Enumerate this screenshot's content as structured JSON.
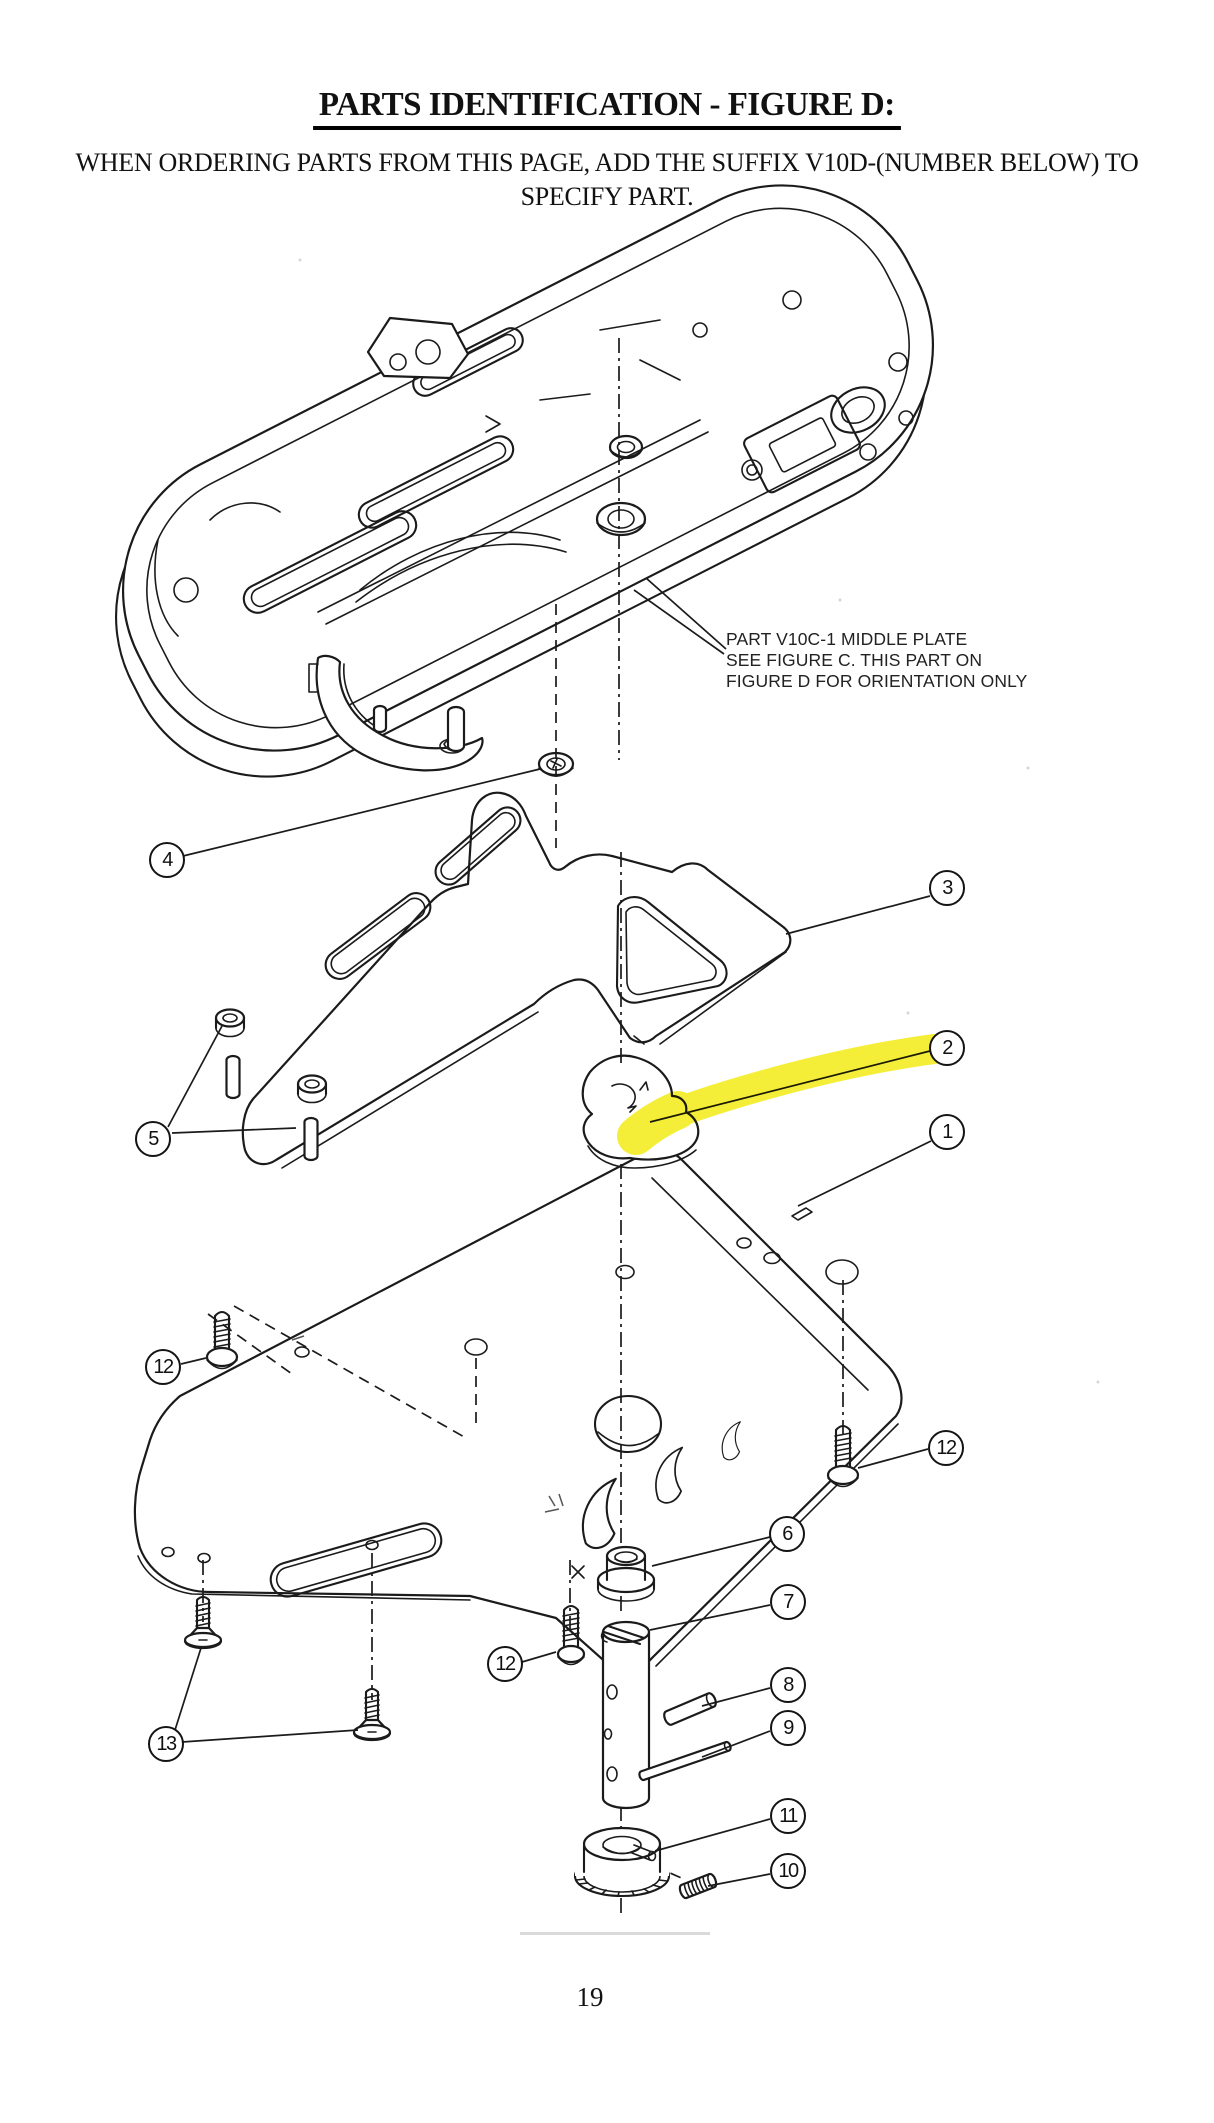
{
  "page": {
    "title": "PARTS IDENTIFICATION - FIGURE D:",
    "subtitle_line1": "WHEN ORDERING PARTS FROM THIS PAGE, ADD THE SUFFIX V10D-(NUMBER BELOW) TO",
    "subtitle_line2": "SPECIFY PART.",
    "page_number": "19"
  },
  "diagram": {
    "type": "exploded-parts-diagram",
    "figure": "D",
    "part_suffix": "V10D",
    "note": {
      "line1": "PART V10C-1 MIDDLE PLATE",
      "line2": "SEE FIGURE C. THIS PART ON",
      "line3": "FIGURE D FOR ORIENTATION ONLY"
    },
    "highlight_color": "#f3ec1c",
    "line_color": "#1b1b1b",
    "highlighted_part": "2",
    "callouts": [
      {
        "id": "4",
        "label": "4"
      },
      {
        "id": "3",
        "label": "3"
      },
      {
        "id": "2",
        "label": "2"
      },
      {
        "id": "1",
        "label": "1"
      },
      {
        "id": "5",
        "label": "5"
      },
      {
        "id": "12-left",
        "label": "12"
      },
      {
        "id": "12-right",
        "label": "12"
      },
      {
        "id": "12-middle",
        "label": "12"
      },
      {
        "id": "13",
        "label": "13"
      },
      {
        "id": "6",
        "label": "6"
      },
      {
        "id": "7",
        "label": "7"
      },
      {
        "id": "8",
        "label": "8"
      },
      {
        "id": "9",
        "label": "9"
      },
      {
        "id": "11",
        "label": "11"
      },
      {
        "id": "10",
        "label": "10"
      }
    ]
  }
}
